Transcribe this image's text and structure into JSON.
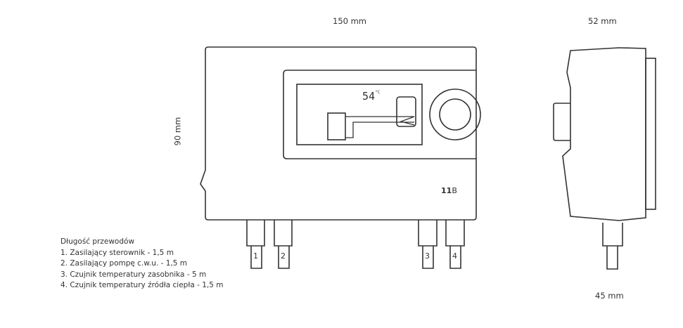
{
  "dimensions": {
    "width": "150 mm",
    "height": "90 mm",
    "depth": "52 mm",
    "cable_depth": "45 mm"
  },
  "display": {
    "temperature": "54",
    "unit": "°C"
  },
  "model_label": {
    "number": "11",
    "letter": "B"
  },
  "cables": [
    "1",
    "2",
    "3",
    "4"
  ],
  "legend": {
    "title": "Długość przewodów",
    "items": [
      "1. Zasilający sterownik - 1,5 m",
      "2. Zasilający pompę c.w.u. - 1,5 m",
      "3. Czujnik temperatury zasobnika - 5 m",
      "4. Czujnik temperatury źródła ciepła - 1,5 m"
    ]
  }
}
